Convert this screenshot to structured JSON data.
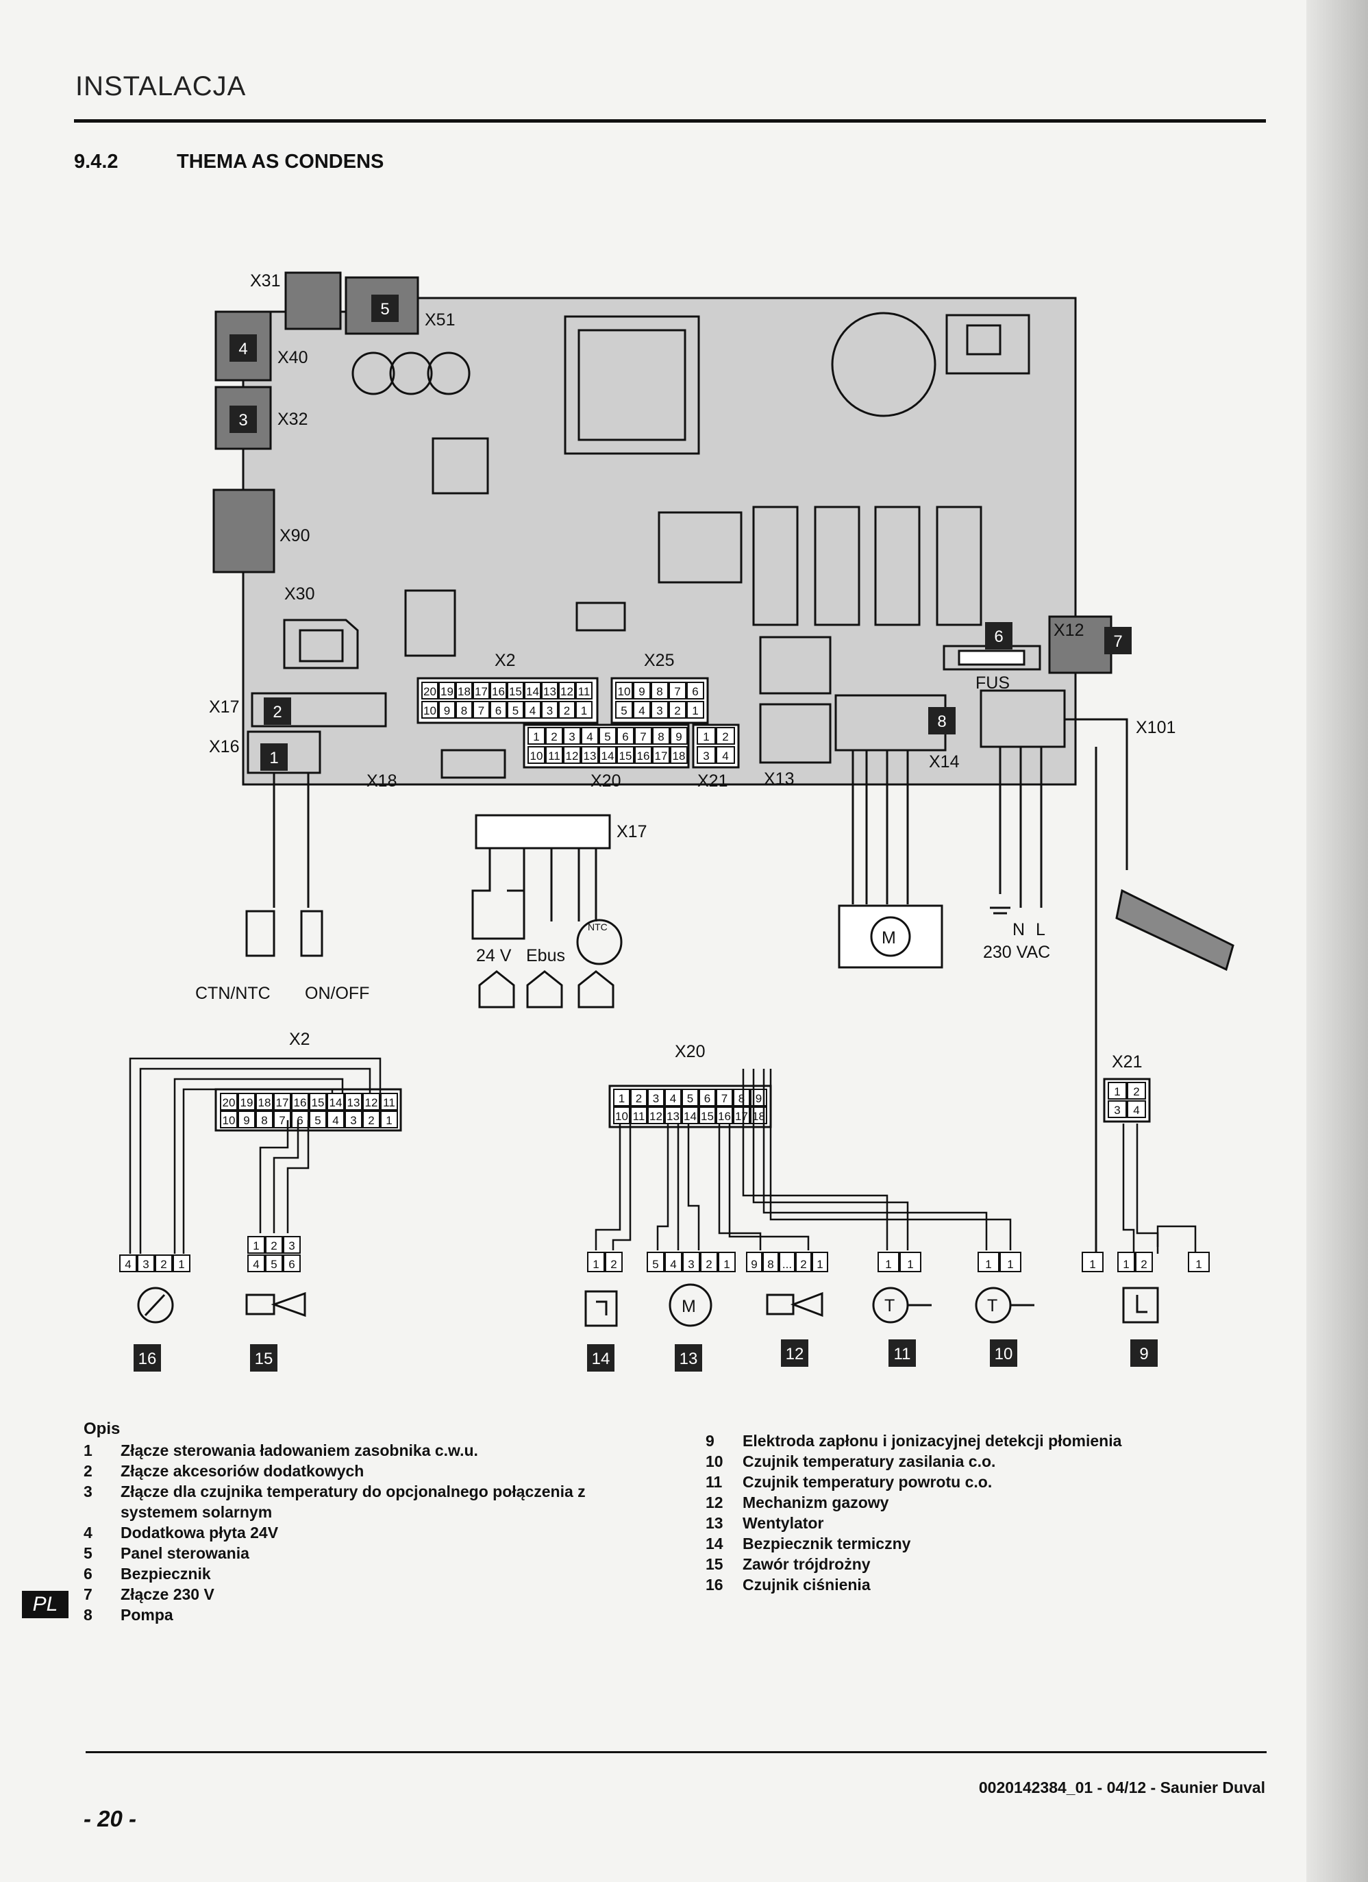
{
  "header": {
    "title": "INSTALACJA"
  },
  "section": {
    "number": "9.4.2",
    "title": "THEMA AS CONDENS"
  },
  "board_labels": {
    "x31": "X31",
    "x51": "X51",
    "x40": "X40",
    "x32": "X32",
    "x90": "X90",
    "x30": "X30",
    "x2": "X2",
    "x25": "X25",
    "x17": "X17",
    "x16": "X16",
    "x18": "X18",
    "x20": "X20",
    "x21": "X21",
    "x13": "X13",
    "x14": "X14",
    "x12": "X12",
    "x101": "X101",
    "fus": "FUS"
  },
  "connector_pins": {
    "x2_top": [
      "20",
      "19",
      "18",
      "17",
      "16",
      "15",
      "14",
      "13",
      "12",
      "11"
    ],
    "x2_bottom": [
      "10",
      "9",
      "8",
      "7",
      "6",
      "5",
      "4",
      "3",
      "2",
      "1"
    ],
    "x25_top": [
      "10",
      "9",
      "8",
      "7",
      "6"
    ],
    "x25_bottom": [
      "5",
      "4",
      "3",
      "2",
      "1"
    ],
    "x20_top": [
      "1",
      "2",
      "3",
      "4",
      "5",
      "6",
      "7",
      "8",
      "9"
    ],
    "x20_bottom": [
      "10",
      "11",
      "12",
      "13",
      "14",
      "15",
      "16",
      "17",
      "18"
    ],
    "x21_top": [
      "1",
      "2"
    ],
    "x21_bottom": [
      "3",
      "4"
    ]
  },
  "wiring_labels": {
    "x17": "X17",
    "v24": "24 V",
    "ebus": "Ebus",
    "ntc": "NTC",
    "ctn_ntc": "CTN/NTC",
    "on_off": "ON/OFF",
    "n": "N",
    "l": "L",
    "vac": "230 VAC",
    "x2": "X2",
    "x20": "X20",
    "x21": "X21",
    "motor": "M",
    "temp": "T"
  },
  "component_pins": {
    "c16": [
      "4",
      "3",
      "2",
      "1"
    ],
    "c15_top": [
      "1",
      "2",
      "3"
    ],
    "c15_bottom": [
      "4",
      "5",
      "6"
    ],
    "c14": [
      "1",
      "2"
    ],
    "c13": [
      "5",
      "4",
      "3",
      "2",
      "1"
    ],
    "c12": [
      "9",
      "8",
      "...",
      "2",
      "1"
    ],
    "c11": [
      "1",
      "1"
    ],
    "c10": [
      "1",
      "1"
    ],
    "c9": [
      "1",
      "1",
      "2",
      "1"
    ]
  },
  "badges": {
    "b1": "1",
    "b2": "2",
    "b3": "3",
    "b4": "4",
    "b5": "5",
    "b6": "6",
    "b7": "7",
    "b8": "8",
    "b9": "9",
    "b10": "10",
    "b11": "11",
    "b12": "12",
    "b13": "13",
    "b14": "14",
    "b15": "15",
    "b16": "16"
  },
  "legend": {
    "title": "Opis",
    "left": [
      {
        "n": "1",
        "t": "Złącze sterowania ładowaniem zasobnika c.w.u."
      },
      {
        "n": "2",
        "t": "Złącze akcesoriów dodatkowych"
      },
      {
        "n": "3",
        "t": "Złącze dla czujnika temperatury do opcjonalnego połączenia z systemem solarnym"
      },
      {
        "n": "4",
        "t": "Dodatkowa płyta 24V"
      },
      {
        "n": "5",
        "t": "Panel sterowania"
      },
      {
        "n": "6",
        "t": "Bezpiecznik"
      },
      {
        "n": "7",
        "t": "Złącze 230 V"
      },
      {
        "n": "8",
        "t": "Pompa"
      }
    ],
    "right": [
      {
        "n": "9",
        "t": "Elektroda zapłonu i jonizacyjnej detekcji płomienia"
      },
      {
        "n": "10",
        "t": "Czujnik temperatury zasilania c.o."
      },
      {
        "n": "11",
        "t": "Czujnik temperatury powrotu c.o."
      },
      {
        "n": "12",
        "t": "Mechanizm gazowy"
      },
      {
        "n": "13",
        "t": "Wentylator"
      },
      {
        "n": "14",
        "t": "Bezpiecznik termiczny"
      },
      {
        "n": "15",
        "t": "Zawór trójdrożny"
      },
      {
        "n": "16",
        "t": "Czujnik ciśnienia"
      }
    ]
  },
  "footer": {
    "doc_ref": "0020142384_01 - 04/12 - Saunier Duval",
    "page_number": "- 20 -",
    "lang_tab": "PL"
  }
}
